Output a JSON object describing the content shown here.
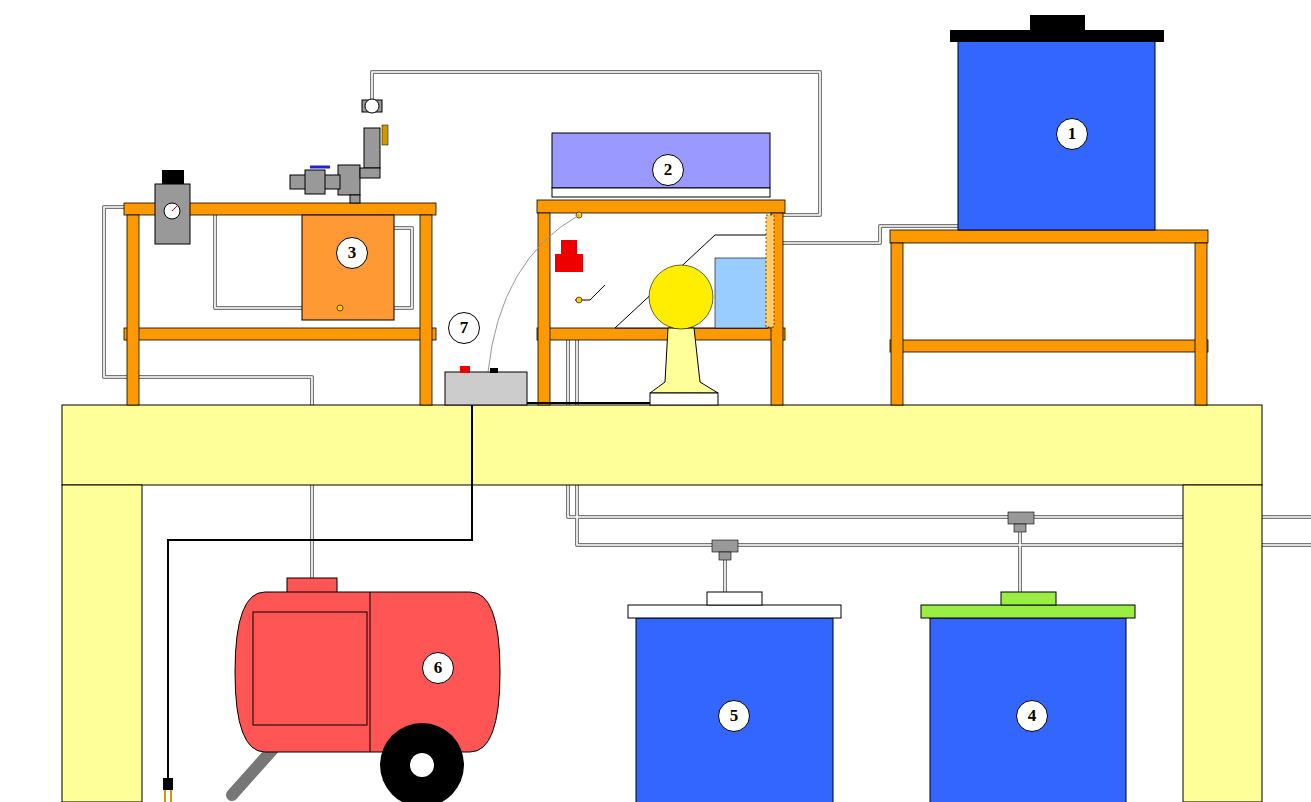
{
  "diagram": {
    "labels": [
      "1",
      "2",
      "3",
      "7",
      "6",
      "5",
      "4"
    ]
  }
}
